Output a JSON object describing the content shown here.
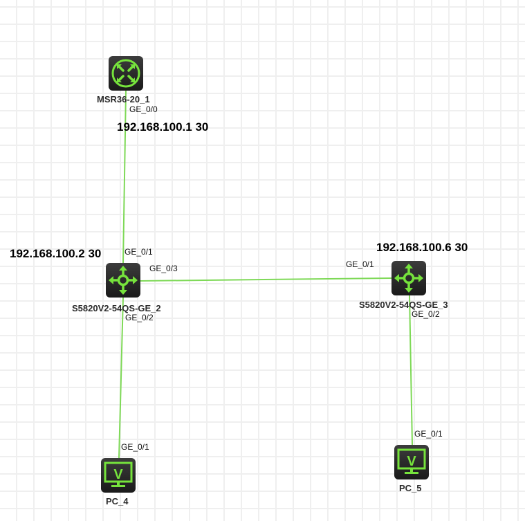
{
  "canvas": {
    "link_color": "#7ed957",
    "icon_color": "#76e33c",
    "grid_color": "#efefef"
  },
  "devices": {
    "router": {
      "name": "MSR36-20_1",
      "type": "router"
    },
    "switch2": {
      "name": "S5820V2-54QS-GE_2",
      "type": "switch"
    },
    "switch3": {
      "name": "S5820V2-54QS-GE_3",
      "type": "switch"
    },
    "pc4": {
      "name": "PC_4",
      "type": "pc",
      "glyph": "V"
    },
    "pc5": {
      "name": "PC_5",
      "type": "pc",
      "glyph": "V"
    }
  },
  "ports": {
    "router_ge00": "GE_0/0",
    "sw2_ge01": "GE_0/1",
    "sw2_ge03": "GE_0/3",
    "sw2_ge02": "GE_0/2",
    "sw3_ge01": "GE_0/1",
    "sw3_ge02": "GE_0/2",
    "pc4_ge01": "GE_0/1",
    "pc5_ge01": "GE_0/1"
  },
  "ip_labels": {
    "router": "192.168.100.1 30",
    "switch2": "192.168.100.2 30",
    "switch3": "192.168.100.6 30"
  },
  "links": [
    {
      "from": "router",
      "to": "switch2"
    },
    {
      "from": "switch2",
      "to": "switch3"
    },
    {
      "from": "switch2",
      "to": "pc4"
    },
    {
      "from": "switch3",
      "to": "pc5"
    }
  ]
}
